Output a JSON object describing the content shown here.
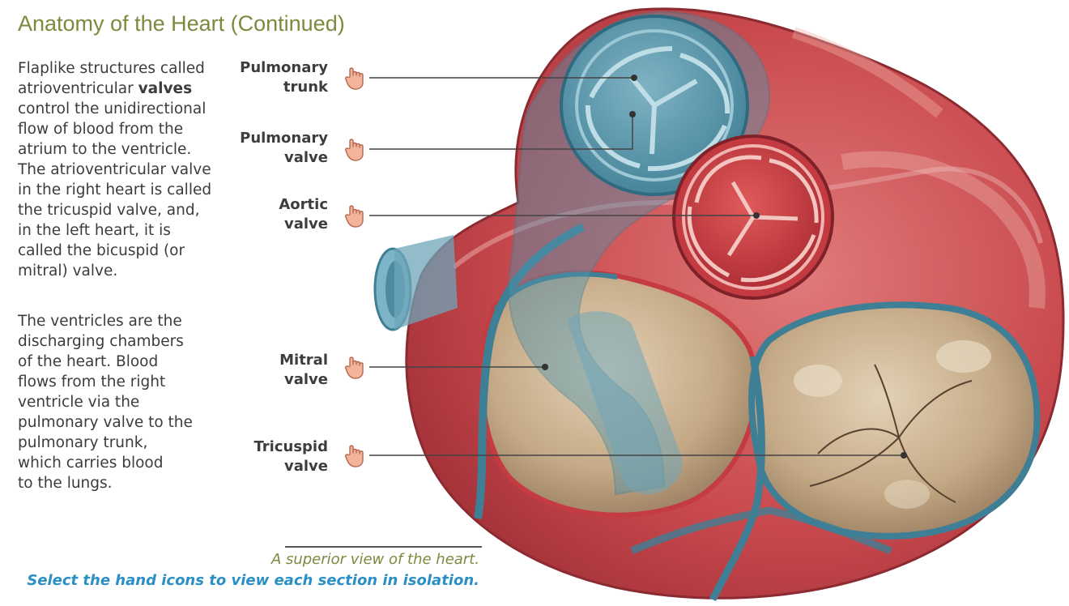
{
  "title": "Anatomy of the Heart (Continued)",
  "paragraph1": {
    "lines": [
      [
        "Flaplike structures called"
      ],
      [
        "atrioventricular ",
        "valves"
      ],
      [
        "control the unidirectional"
      ],
      [
        "flow of blood from the"
      ],
      [
        "atrium to the ventricle."
      ],
      [
        "The atrioventricular valve"
      ],
      [
        "in the right heart is called"
      ],
      [
        "the tricuspid valve, and,"
      ],
      [
        "in the left heart, it is"
      ],
      [
        "called the bicuspid (or"
      ],
      [
        "mitral) valve."
      ]
    ]
  },
  "paragraph2": {
    "lines": [
      "The ventricles are the",
      "discharging chambers",
      "of the heart. Blood",
      "flows from the right",
      "ventricle via the",
      "pulmonary valve to the",
      "pulmonary trunk,",
      "which carries blood",
      "to the lungs."
    ]
  },
  "labels": [
    {
      "id": "pulmonary-trunk",
      "lines": [
        "Pulmonary",
        "trunk"
      ],
      "icon": "hand-pointer-icon"
    },
    {
      "id": "pulmonary-valve",
      "lines": [
        "Pulmonary",
        "valve"
      ],
      "icon": "hand-pointer-icon"
    },
    {
      "id": "aortic-valve",
      "lines": [
        "Aortic",
        "valve"
      ],
      "icon": "hand-pointer-icon"
    },
    {
      "id": "mitral-valve",
      "lines": [
        "Mitral",
        "valve"
      ],
      "icon": "hand-pointer-icon"
    },
    {
      "id": "tricuspid-valve",
      "lines": [
        "Tricuspid",
        "valve"
      ],
      "icon": "hand-pointer-icon"
    }
  ],
  "caption": "A superior view of the heart.",
  "instruction": "Select the hand icons to view each section in isolation.",
  "colors": {
    "title": "#7c8a3e",
    "caption": "#7c8a3e",
    "instruction": "#2a8fc4",
    "body_text": "#3c3c3c",
    "hand_icon": "#f2b49a"
  }
}
